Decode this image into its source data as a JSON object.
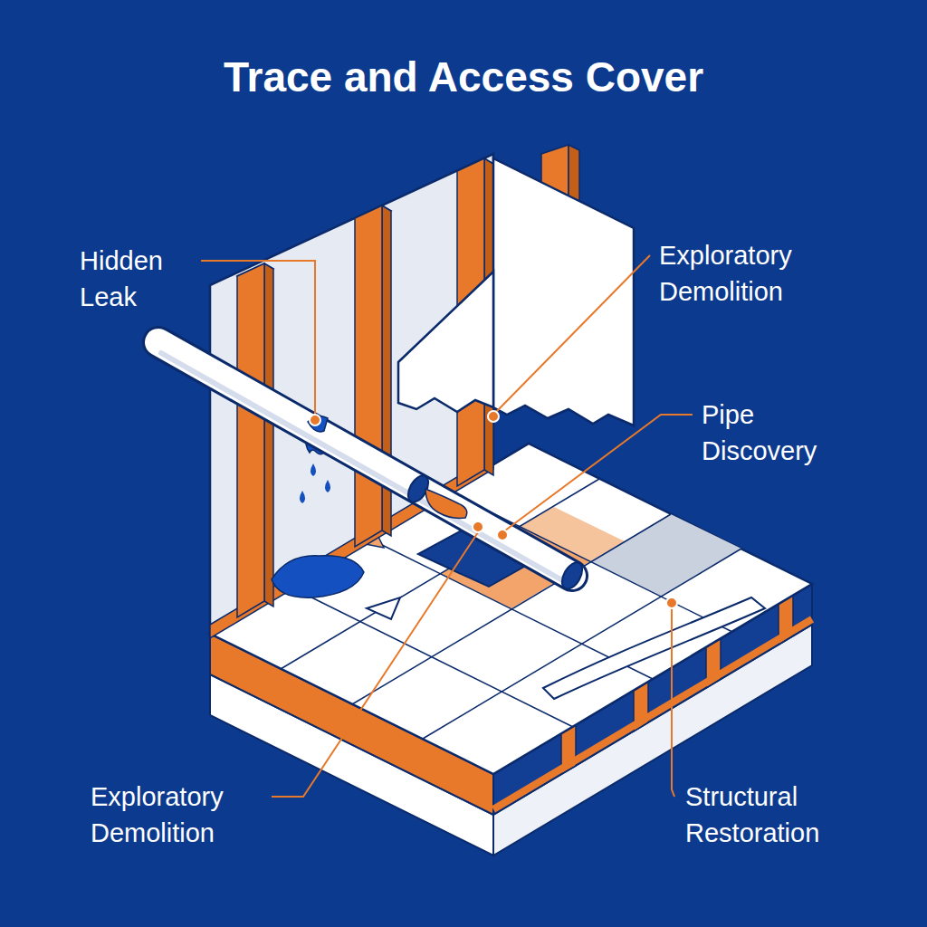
{
  "diagram": {
    "title": "Trace and Access Cover",
    "labels": [
      "Hidden Leak",
      "Exploratory Demolition",
      "Pipe Discovery",
      "Exploratory Demolition",
      "Structural Restoration"
    ]
  }
}
